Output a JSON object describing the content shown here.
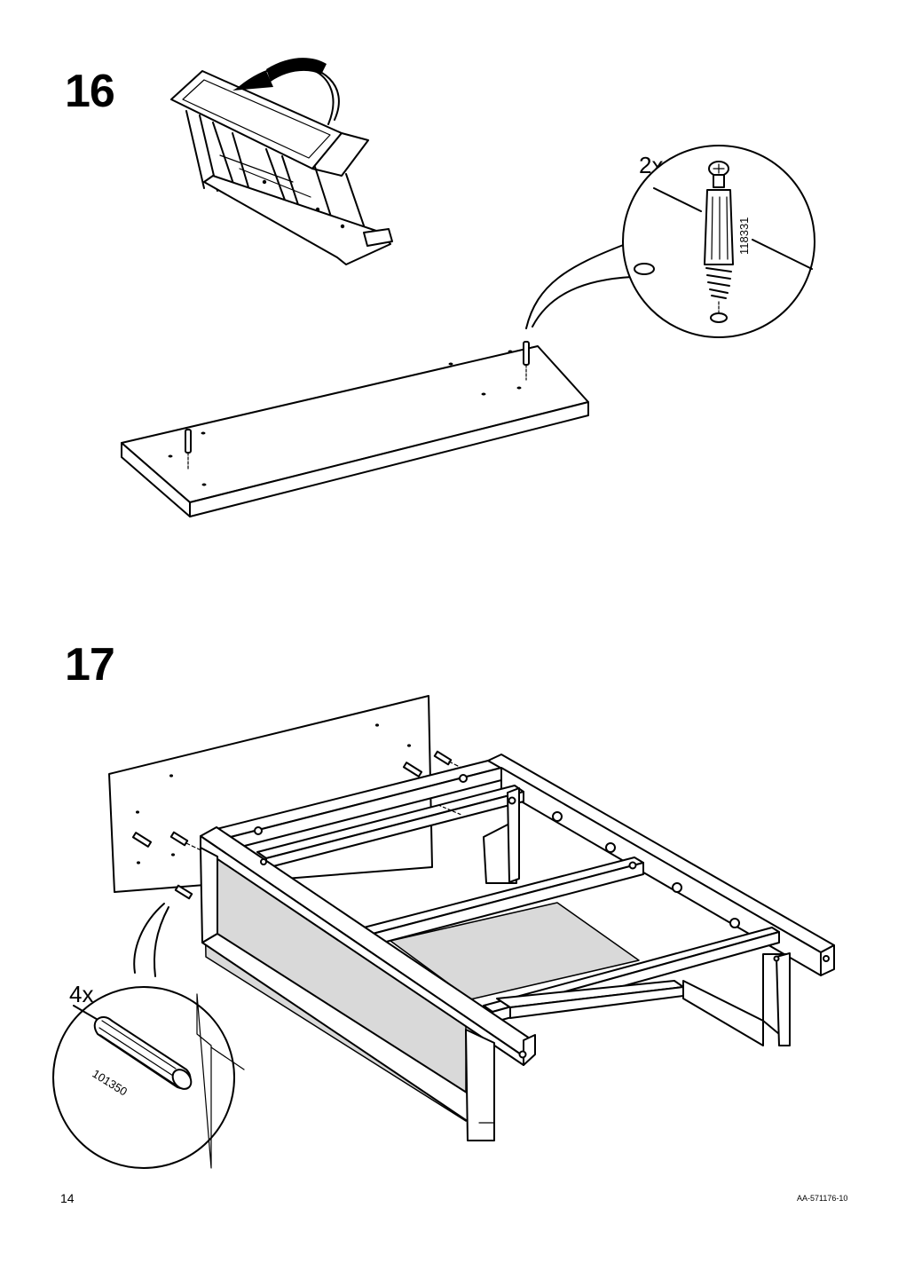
{
  "steps": [
    {
      "number": "16",
      "detail": {
        "quantity": "2x",
        "part_number": "118331",
        "part": "cam-lock-dowel"
      }
    },
    {
      "number": "17",
      "detail": {
        "quantity": "4x",
        "part_number": "101350",
        "part": "wooden-dowel"
      }
    }
  ],
  "footer": {
    "page_number": "14",
    "document_code": "AA-571176-10"
  }
}
